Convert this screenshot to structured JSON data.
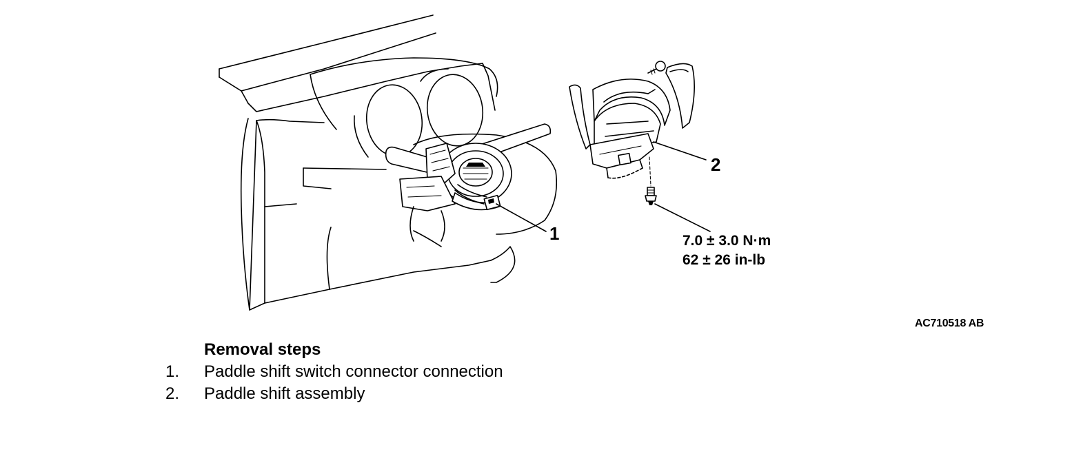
{
  "figure": {
    "callouts": [
      {
        "number": "1"
      },
      {
        "number": "2"
      }
    ],
    "torque": {
      "metric": "7.0 ± 3.0 N·m",
      "imperial": "62 ± 26 in-lb"
    },
    "figure_code": "AC710518 AB"
  },
  "removal": {
    "heading": "Removal steps",
    "steps": [
      {
        "number": "1.",
        "text": "Paddle shift switch connector connection"
      },
      {
        "number": "2.",
        "text": "Paddle shift assembly"
      }
    ]
  }
}
